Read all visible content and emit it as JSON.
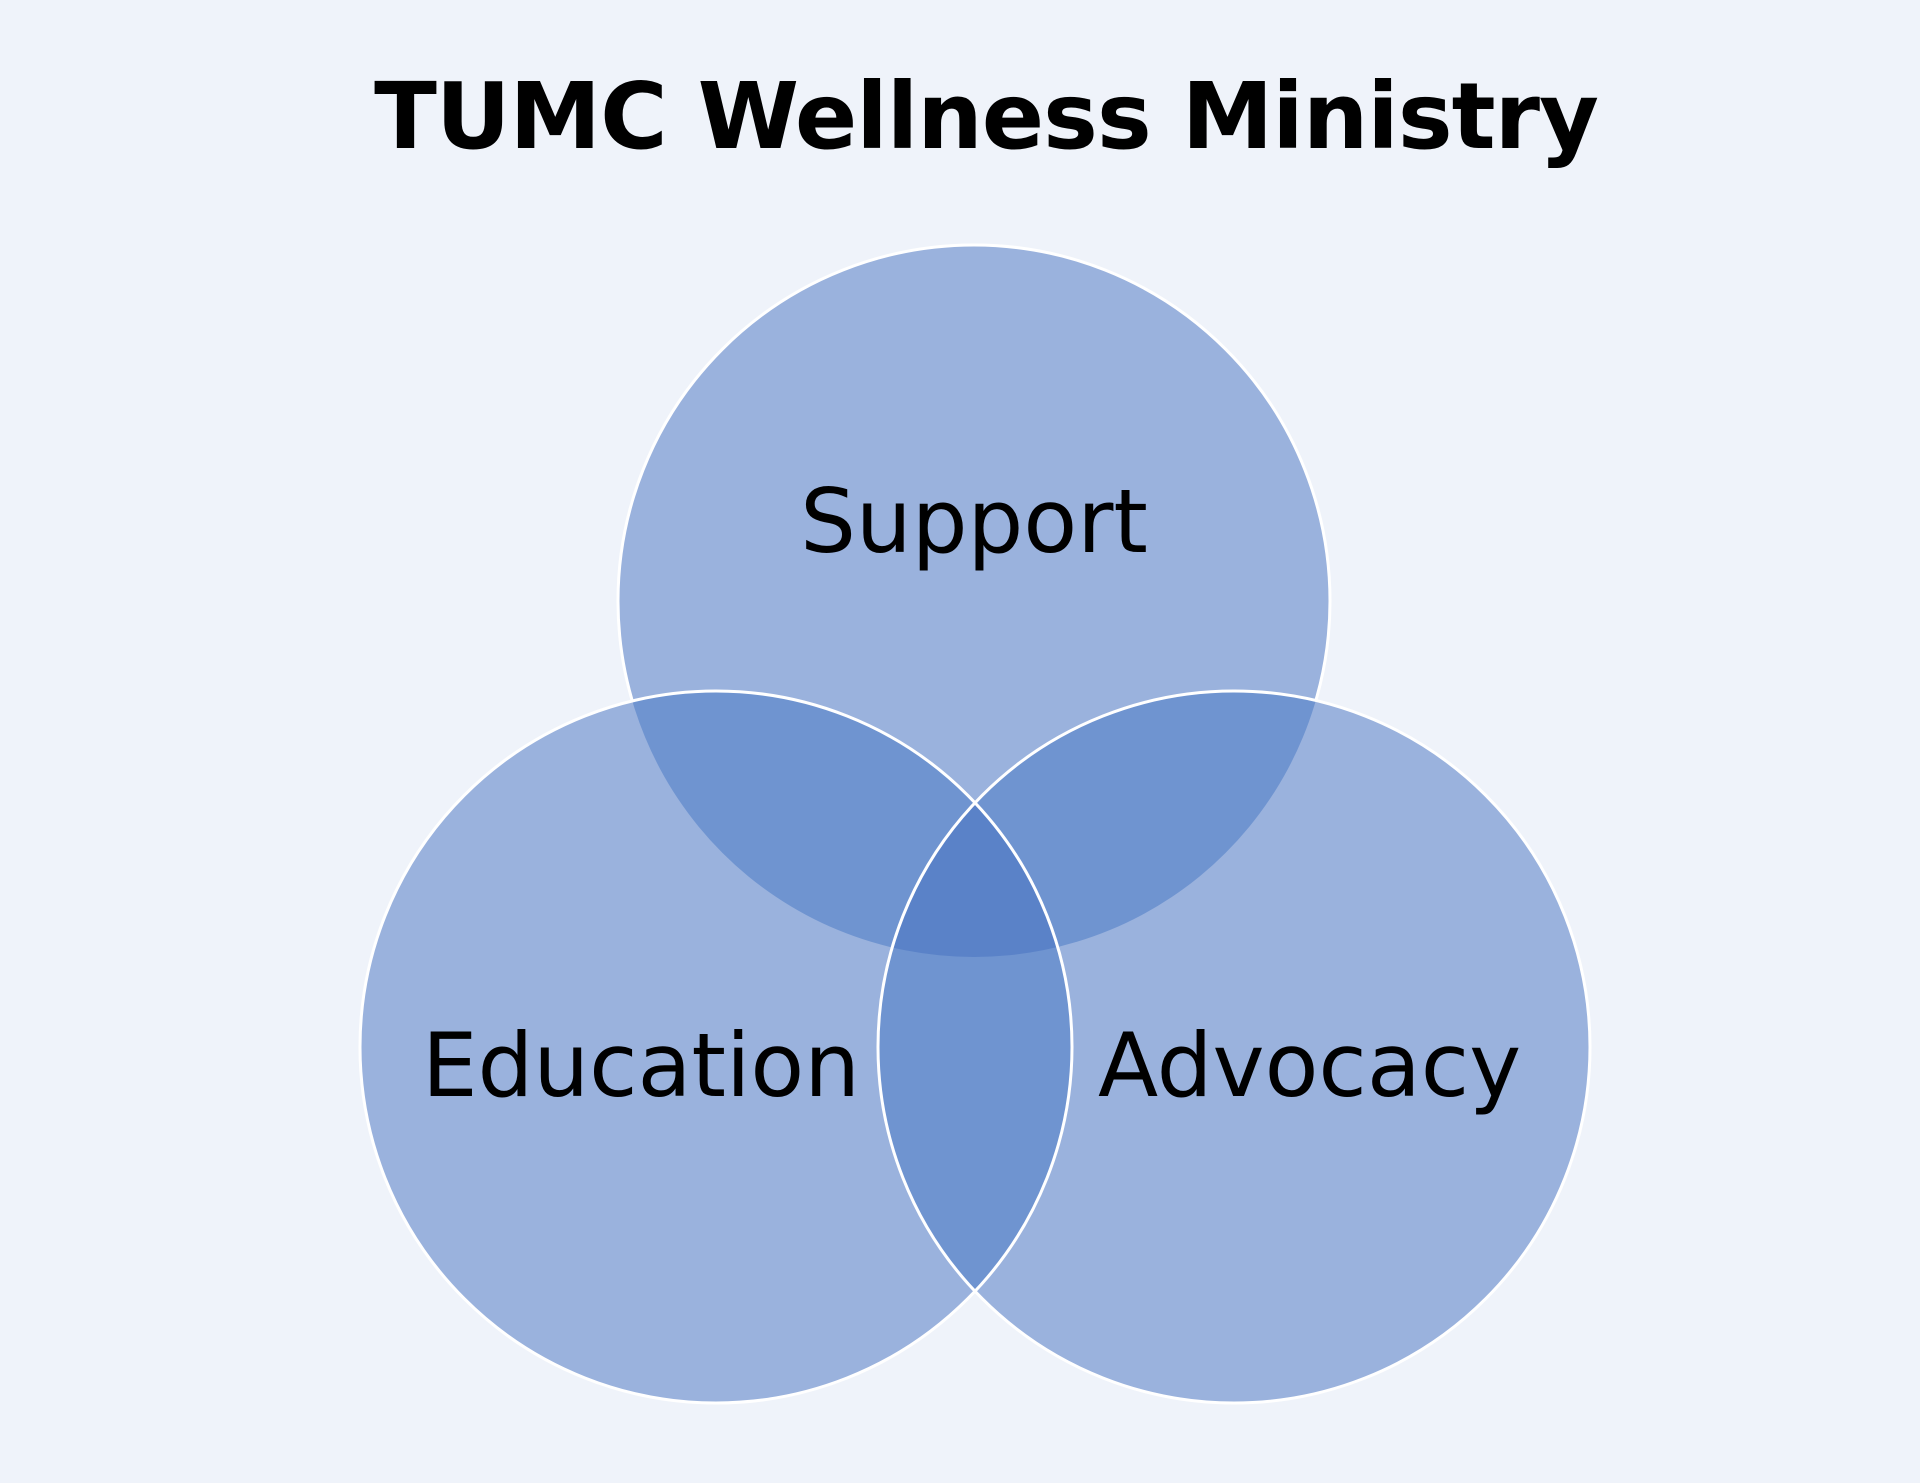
{
  "title": "TUMC Wellness Ministry",
  "colors": {
    "background": "#EFF3FA",
    "circle_fill": "#9AB2DD",
    "pair_overlap": "#6F94D0",
    "triple_overlap": "#5A82C8",
    "circle_outline": "#FFFFFF",
    "text": "#000000"
  },
  "venn": {
    "sets": [
      {
        "id": "support",
        "label": "Support",
        "position": "top"
      },
      {
        "id": "education",
        "label": "Education",
        "position": "bottom-left"
      },
      {
        "id": "advocacy",
        "label": "Advocacy",
        "position": "bottom-right"
      }
    ]
  }
}
